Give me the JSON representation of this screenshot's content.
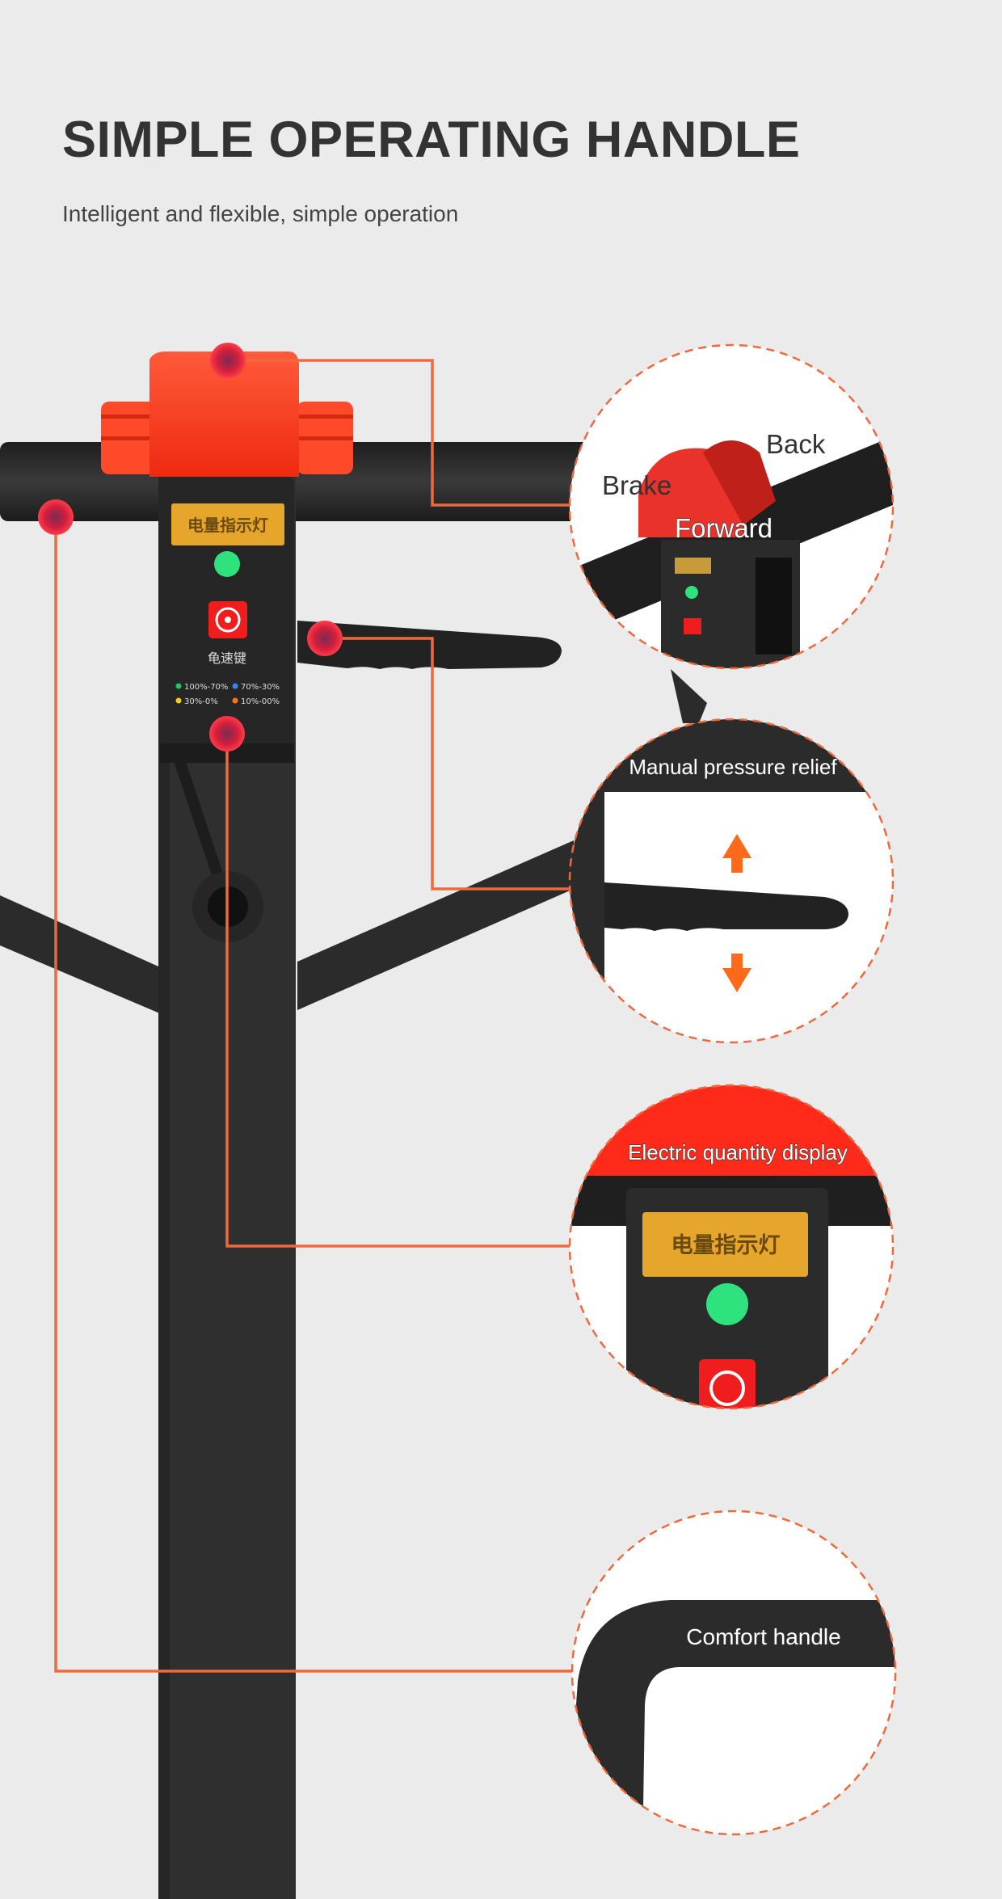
{
  "header": {
    "title": "SIMPLE OPERATING HANDLE",
    "subtitle": "Intelligent and flexible, simple operation"
  },
  "handle_panel": {
    "indicator_label": "电量指示灯",
    "turtle_key_label": "龟速键",
    "battery_legend": [
      {
        "range": "100%-70%",
        "color": "#22c55e"
      },
      {
        "range": "70%-30%",
        "color": "#3b82f6"
      },
      {
        "range": "30%-0%",
        "color": "#facc15"
      },
      {
        "range": "10%-00%",
        "color": "#f97316"
      }
    ]
  },
  "callouts": {
    "throttle": {
      "brake": "Brake",
      "back": "Back",
      "forward": "Forward"
    },
    "pressure_relief": {
      "label": "Manual pressure relief"
    },
    "electric_display": {
      "label": "Electric quantity display",
      "indicator_label": "电量指示灯"
    },
    "comfort": {
      "label": "Comfort handle"
    }
  },
  "colors": {
    "background": "#ebebeb",
    "accent": "#ee6a3e",
    "handle_body": "#2d2d2d",
    "throttle_red": "#ff3d1f",
    "indicator_green": "#2ee37e",
    "label_plate": "#e6a62c"
  }
}
